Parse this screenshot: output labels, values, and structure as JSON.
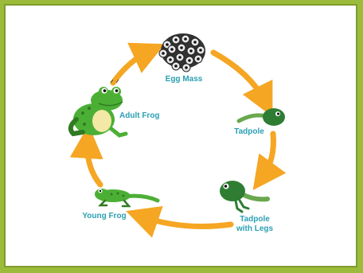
{
  "colors": {
    "frame": "#9cbb3b",
    "arrow": "#f5a623",
    "label": "#2a9fb3",
    "frog_green": "#4caf35",
    "frog_dark": "#2f7a22",
    "tadpole": "#2e7d32",
    "egg": "#2b2b2b"
  },
  "stages": {
    "egg_mass": {
      "label": "Egg Mass",
      "icon": "egg-mass-icon"
    },
    "tadpole": {
      "label": "Tadpole",
      "icon": "tadpole-icon"
    },
    "tadpole_legs": {
      "label_line1": "Tadpole",
      "label_line2": "with Legs",
      "icon": "tadpole-with-legs-icon"
    },
    "young_frog": {
      "label": "Young Frog",
      "icon": "young-frog-icon"
    },
    "adult_frog": {
      "label": "Adult Frog",
      "icon": "adult-frog-icon"
    }
  }
}
